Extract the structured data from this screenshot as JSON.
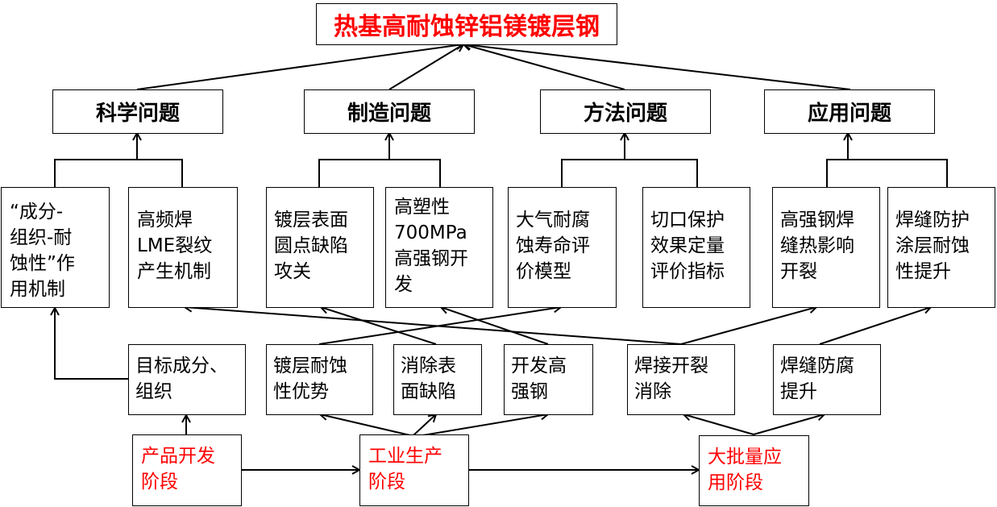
{
  "colors": {
    "title_text": "#ff0000",
    "stage_text": "#ff0000",
    "normal_text": "#000000",
    "line": "#000000"
  },
  "title": "热基高耐蚀锌铝镁镀层钢",
  "categories": [
    {
      "id": "science",
      "label": "科学问题"
    },
    {
      "id": "manufacturing",
      "label": "制造问题"
    },
    {
      "id": "method",
      "label": "方法问题"
    },
    {
      "id": "application",
      "label": "应用问题"
    }
  ],
  "sub_issues": [
    {
      "id": "mechanism",
      "category": "science",
      "text": "“成分-\n组织-耐\n蚀性”作\n用机制"
    },
    {
      "id": "lme",
      "category": "science",
      "text": "高频焊\nLME裂纹\n产生机制"
    },
    {
      "id": "dot_defect",
      "category": "manufacturing",
      "text": "镀层表面\n圆点缺陷\n攻关"
    },
    {
      "id": "high_strength",
      "category": "manufacturing",
      "text": "高塑性\n700MPa\n高强钢开\n发"
    },
    {
      "id": "life_model",
      "category": "method",
      "text": "大气耐腐\n蚀寿命评\n价模型"
    },
    {
      "id": "cut_edge",
      "category": "method",
      "text": "切口保护\n效果定量\n评价指标"
    },
    {
      "id": "haz_crack",
      "category": "application",
      "text": "高强钢焊\n缝热影响\n开裂"
    },
    {
      "id": "weld_coating",
      "category": "application",
      "text": "焊缝防护\n涂层耐蚀\n性提升"
    }
  ],
  "goals": [
    {
      "id": "target_comp",
      "text": "目标成分、\n组织"
    },
    {
      "id": "corrosion_adv",
      "text": "镀层耐蚀\n性优势"
    },
    {
      "id": "remove_defect",
      "text": "消除表\n面缺陷"
    },
    {
      "id": "dev_steel",
      "text": "开发高\n强钢"
    },
    {
      "id": "weld_crack",
      "text": "焊接开裂\n消除"
    },
    {
      "id": "weld_anticorr",
      "text": "焊缝防腐\n提升"
    }
  ],
  "stages": [
    {
      "id": "product_dev",
      "text": "产品开发\n阶段"
    },
    {
      "id": "industrial",
      "text": "工业生产\n阶段"
    },
    {
      "id": "mass_app",
      "text": "大批量应\n用阶段"
    }
  ],
  "links": [
    {
      "from": "science",
      "to": "title"
    },
    {
      "from": "manufacturing",
      "to": "title"
    },
    {
      "from": "method",
      "to": "title"
    },
    {
      "from": "application",
      "to": "title"
    },
    {
      "from": "target_comp",
      "to": "mechanism"
    },
    {
      "from": "corrosion_adv",
      "to": "life_model"
    },
    {
      "from": "remove_defect",
      "to": "dot_defect"
    },
    {
      "from": "dev_steel",
      "to": "high_strength"
    },
    {
      "from": "weld_crack",
      "to": "lme"
    },
    {
      "from": "weld_crack",
      "to": "haz_crack"
    },
    {
      "from": "weld_anticorr",
      "to": "weld_coating"
    },
    {
      "from": "product_dev",
      "to": "target_comp"
    },
    {
      "from": "product_dev",
      "to": "industrial"
    },
    {
      "from": "industrial",
      "to": "corrosion_adv"
    },
    {
      "from": "industrial",
      "to": "remove_defect"
    },
    {
      "from": "industrial",
      "to": "dev_steel"
    },
    {
      "from": "industrial",
      "to": "mass_app"
    },
    {
      "from": "mass_app",
      "to": "weld_crack"
    },
    {
      "from": "mass_app",
      "to": "weld_anticorr"
    }
  ]
}
